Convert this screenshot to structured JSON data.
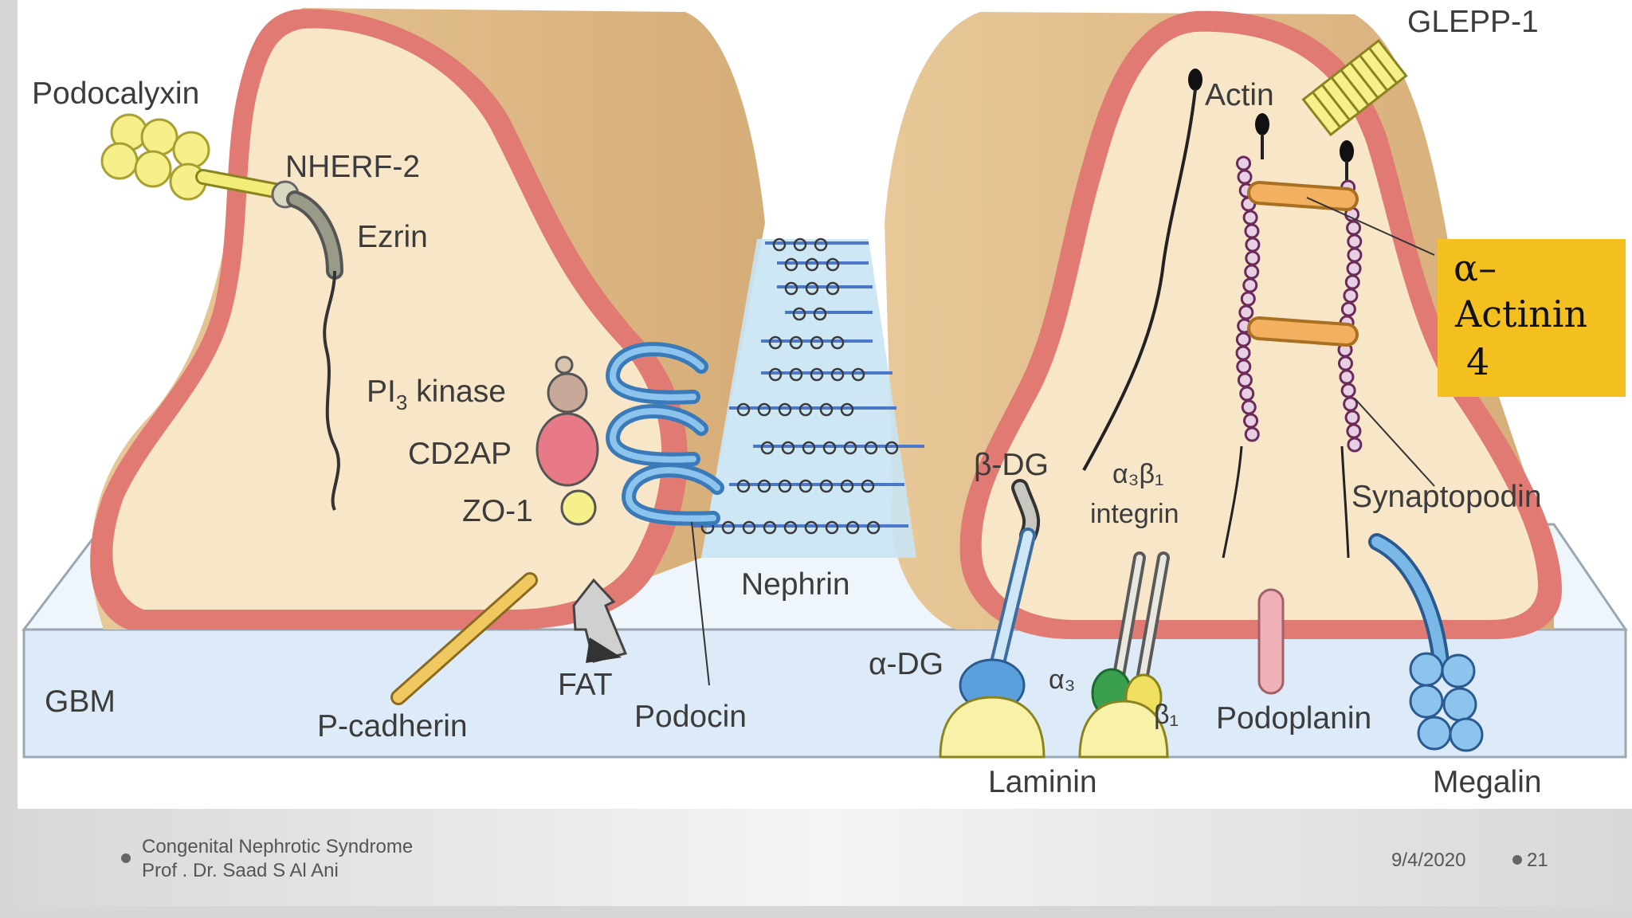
{
  "diagram": {
    "labels": {
      "podocalyxin": "Podocalyxin",
      "nherf2": "NHERF-2",
      "ezrin": "Ezrin",
      "pi3_prefix": "PI",
      "pi3_sub": "3",
      "pi3_suffix": " kinase",
      "cd2ap": "CD2AP",
      "zo1": "ZO-1",
      "nephrin": "Nephrin",
      "gbm": "GBM",
      "p_cadherin": "P-cadherin",
      "fat": "FAT",
      "podocin": "Podocin",
      "glepp1": "GLEPP-1",
      "actin": "Actin",
      "beta_dg": "β-DG",
      "alpha_dg": "α-DG",
      "a3b1_integrin_top": "α₃β₁",
      "a3b1_integrin_bottom": "integrin",
      "alpha3": "α₃",
      "beta1": "β₁",
      "synaptopodin": "Synaptopodin",
      "podoplanin": "Podoplanin",
      "laminin": "Laminin",
      "megalin": "Megalin"
    },
    "callout": {
      "line1": "α–",
      "line2": "Actinin",
      "line3": "4",
      "color": "#f4c020"
    },
    "colors": {
      "cytoplasm": "#f6e2bf",
      "membrane": "#e07a72",
      "gbm": "#e2eef8",
      "nephrin": "#4d78c9",
      "slit_bg": "#c9e4f4",
      "accent_yellow": "#f5f08a"
    }
  },
  "footer": {
    "title": "Congenital Nephrotic Syndrome",
    "author": "Prof . Dr. Saad S Al Ani",
    "date": "9/4/2020",
    "page": "21"
  }
}
